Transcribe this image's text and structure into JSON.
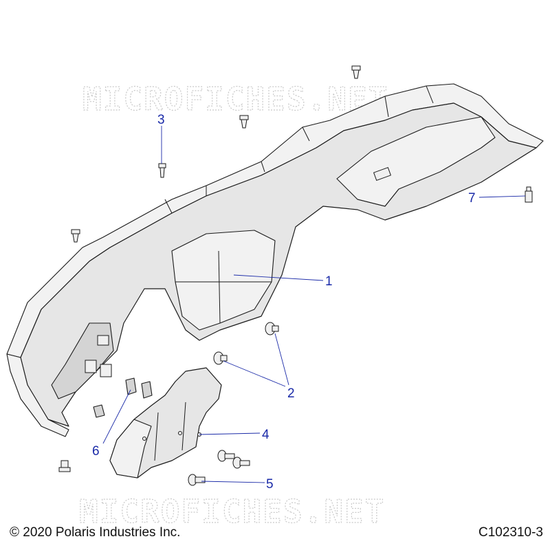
{
  "watermark": {
    "text": "MICROFICHES.NET"
  },
  "callouts": [
    {
      "id": "1",
      "label": "1"
    },
    {
      "id": "2",
      "label": "2"
    },
    {
      "id": "3",
      "label": "3"
    },
    {
      "id": "4",
      "label": "4"
    },
    {
      "id": "5",
      "label": "5"
    },
    {
      "id": "6",
      "label": "6"
    },
    {
      "id": "7",
      "label": "7"
    }
  ],
  "footer": {
    "copyright": "© 2020 Polaris Industries Inc.",
    "diagram_code": "C102310-3"
  },
  "colors": {
    "callout": "#1a2aa8",
    "line": "#1a1a1a",
    "part_fill": "#e6e6e6",
    "watermark": "#c9c9c9"
  }
}
